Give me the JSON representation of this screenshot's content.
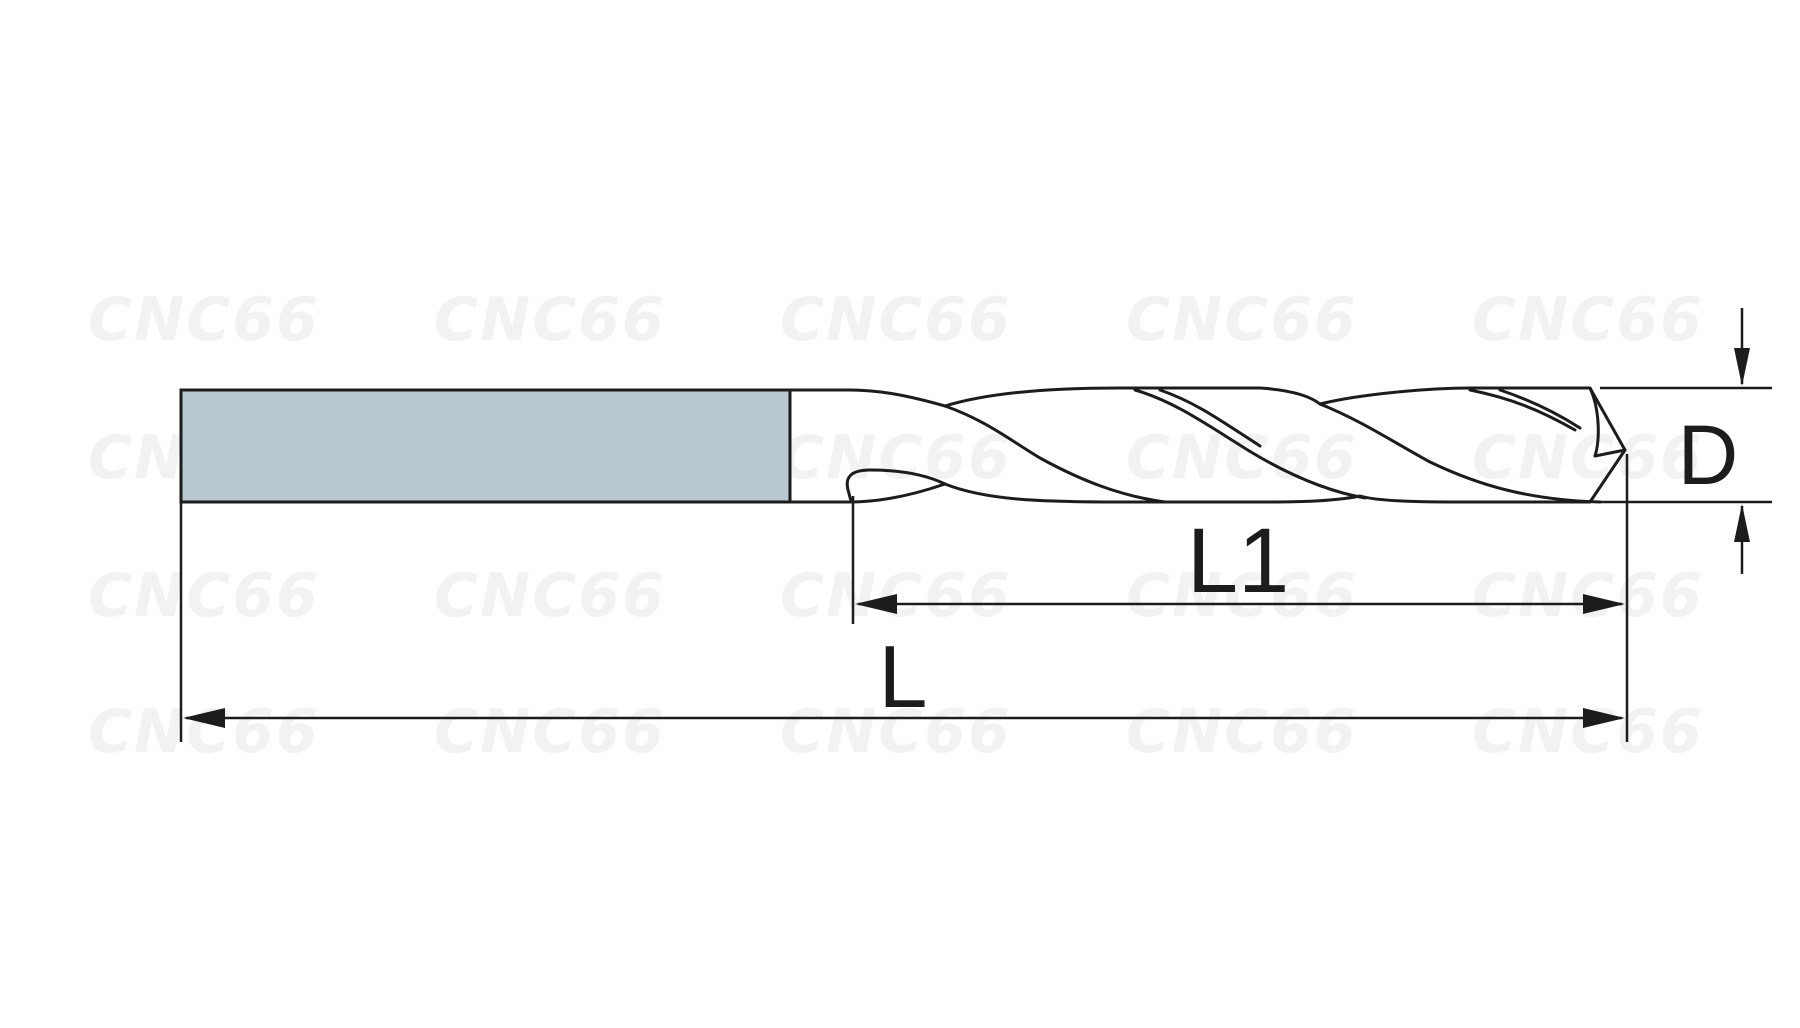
{
  "watermark": {
    "text": "CNC66"
  },
  "dimensions": {
    "overall_length_label": "L",
    "flute_length_label": "L1",
    "diameter_label": "D"
  },
  "colors": {
    "shank": "#b8c8d1",
    "body": "#c9a212",
    "outline": "#1c1c1c",
    "watermark": "#f2f2f2",
    "background": "#ffffff"
  }
}
